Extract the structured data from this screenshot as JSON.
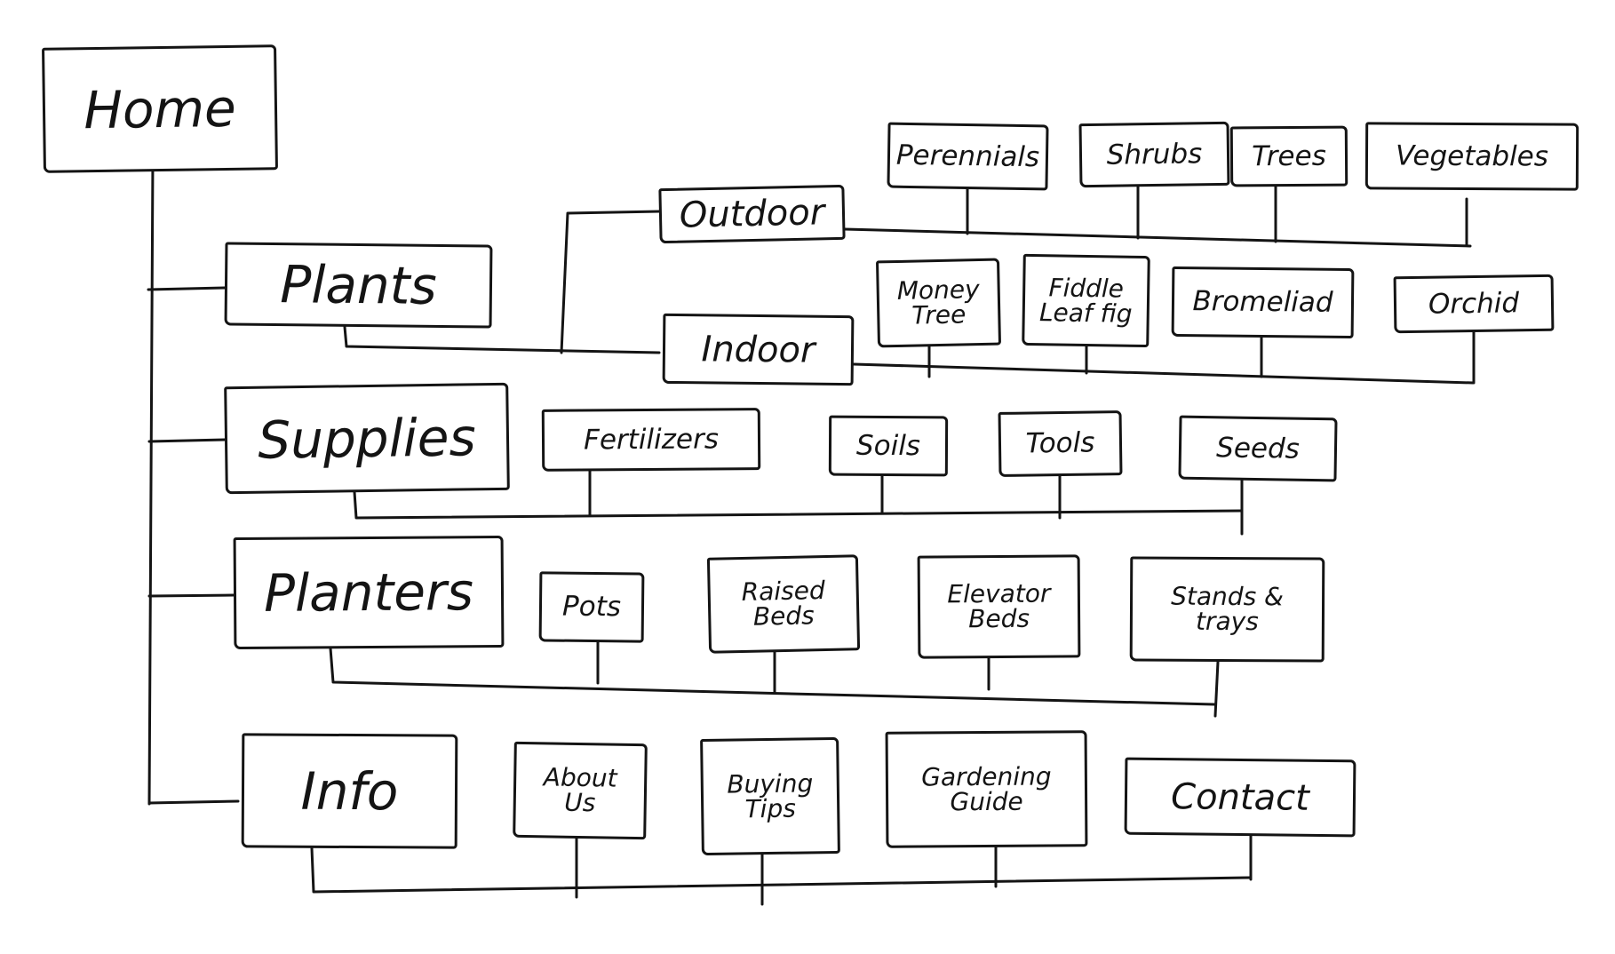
{
  "diagram": {
    "root": "Home",
    "sections": [
      {
        "label": "Plants",
        "subgroups": [
          {
            "label": "Outdoor",
            "children": [
              "Perennials",
              "Shrubs",
              "Trees",
              "Vegetables"
            ]
          },
          {
            "label": "Indoor",
            "children": [
              "Money\nTree",
              "Fiddle\nLeaf fig",
              "Bromeliad",
              "Orchid"
            ]
          }
        ]
      },
      {
        "label": "Supplies",
        "children": [
          "Fertilizers",
          "Soils",
          "Tools",
          "Seeds"
        ]
      },
      {
        "label": "Planters",
        "children": [
          "Pots",
          "Raised\nBeds",
          "Elevator\nBeds",
          "Stands &\ntrays"
        ]
      },
      {
        "label": "Info",
        "children": [
          "About\nUs",
          "Buying\nTips",
          "Gardening\nGuide",
          "Contact"
        ]
      }
    ]
  },
  "colors": {
    "ink": "#141414",
    "paper": "#ffffff"
  }
}
